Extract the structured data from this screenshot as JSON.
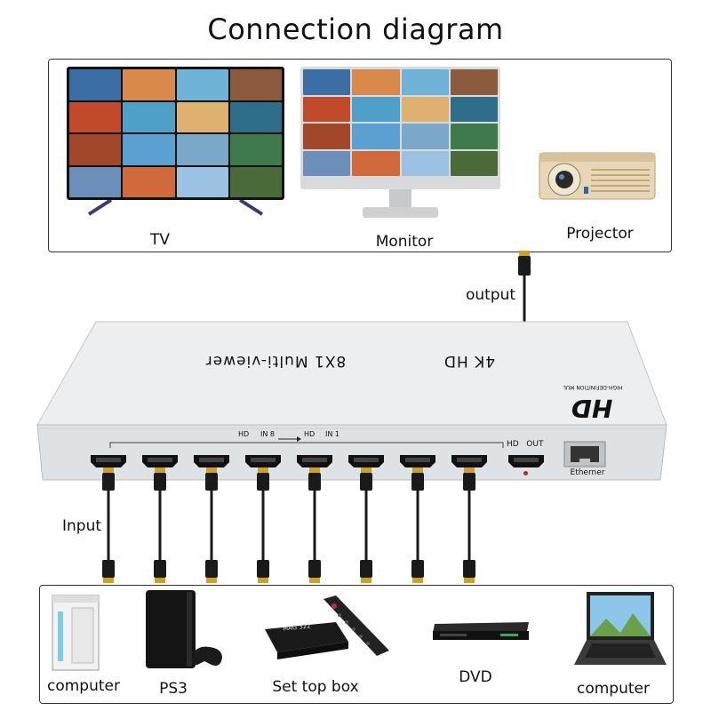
{
  "title": "Connection diagram",
  "outputs": {
    "tv": "TV",
    "monitor": "Monitor",
    "projector": "Projector"
  },
  "output_label": "output",
  "input_label": "Input",
  "device": {
    "name": "8X1 Multi-viewer",
    "badge": "4K HD",
    "logo": "HD",
    "logo_sub": "HIGH-DEFINITION MUL",
    "ports_caption_left": "HD",
    "ports_caption_in8": "IN 8",
    "ports_caption_hd2": "HD",
    "ports_caption_in1": "IN 1",
    "hd_out": "HD   OUT",
    "ethernet": "Etherner"
  },
  "sources": [
    "computer",
    "PS3",
    "Set top box",
    "DVD",
    "computer"
  ],
  "box_brand": "MAG 322",
  "colors": {
    "chassis": "#e9ebec",
    "port": "#111111",
    "cable": "#1a1a1a",
    "connector_tip": "#c9a227",
    "panel_border": "#333333"
  },
  "tile_colors": [
    "#3a6ea5",
    "#d98a4a",
    "#6fb3d9",
    "#8c5a3c",
    "#c04a2a",
    "#4fa0c8",
    "#e0b070",
    "#2f6e8a",
    "#a3472a",
    "#5aa0d0",
    "#7aa8c8",
    "#3f7a4a",
    "#6b8fb8",
    "#d06a3a",
    "#9bc2e0",
    "#4a6a3a"
  ]
}
